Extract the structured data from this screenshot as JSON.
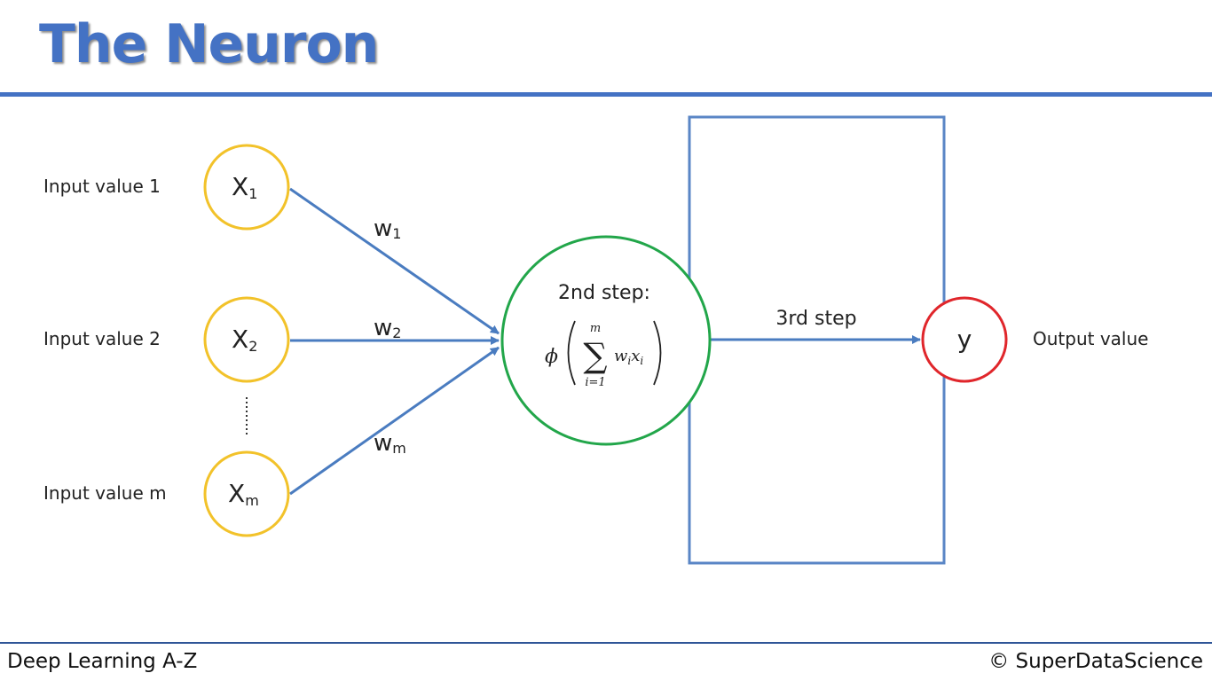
{
  "title": "The Neuron",
  "inputs": [
    {
      "label": "Input value 1",
      "node": "X",
      "sub": "1",
      "weight": "w",
      "weight_sub": "1"
    },
    {
      "label": "Input value 2",
      "node": "X",
      "sub": "2",
      "weight": "w",
      "weight_sub": "2"
    },
    {
      "label": "Input value m",
      "node": "X",
      "sub": "m",
      "weight": "w",
      "weight_sub": "m"
    }
  ],
  "neuron": {
    "step_label": "2nd step:",
    "formula": {
      "phi": "ϕ",
      "sigma": "∑",
      "upper": "m",
      "lower": "i=1",
      "term_w": "w",
      "term_w_sub": "i",
      "term_x": "x",
      "term_x_sub": "i"
    }
  },
  "third_step_label": "3rd step",
  "output": {
    "node": "y",
    "label": "Output value"
  },
  "footer": {
    "course": "Deep Learning A-Z",
    "copyright": "© SuperDataScience"
  },
  "colors": {
    "title": "#4472c4",
    "arrow": "#4a7cc0",
    "input_circle": "#f2c22a",
    "neuron_circle": "#22a64a",
    "output_circle": "#e0262b",
    "box": "#5a86c6"
  }
}
